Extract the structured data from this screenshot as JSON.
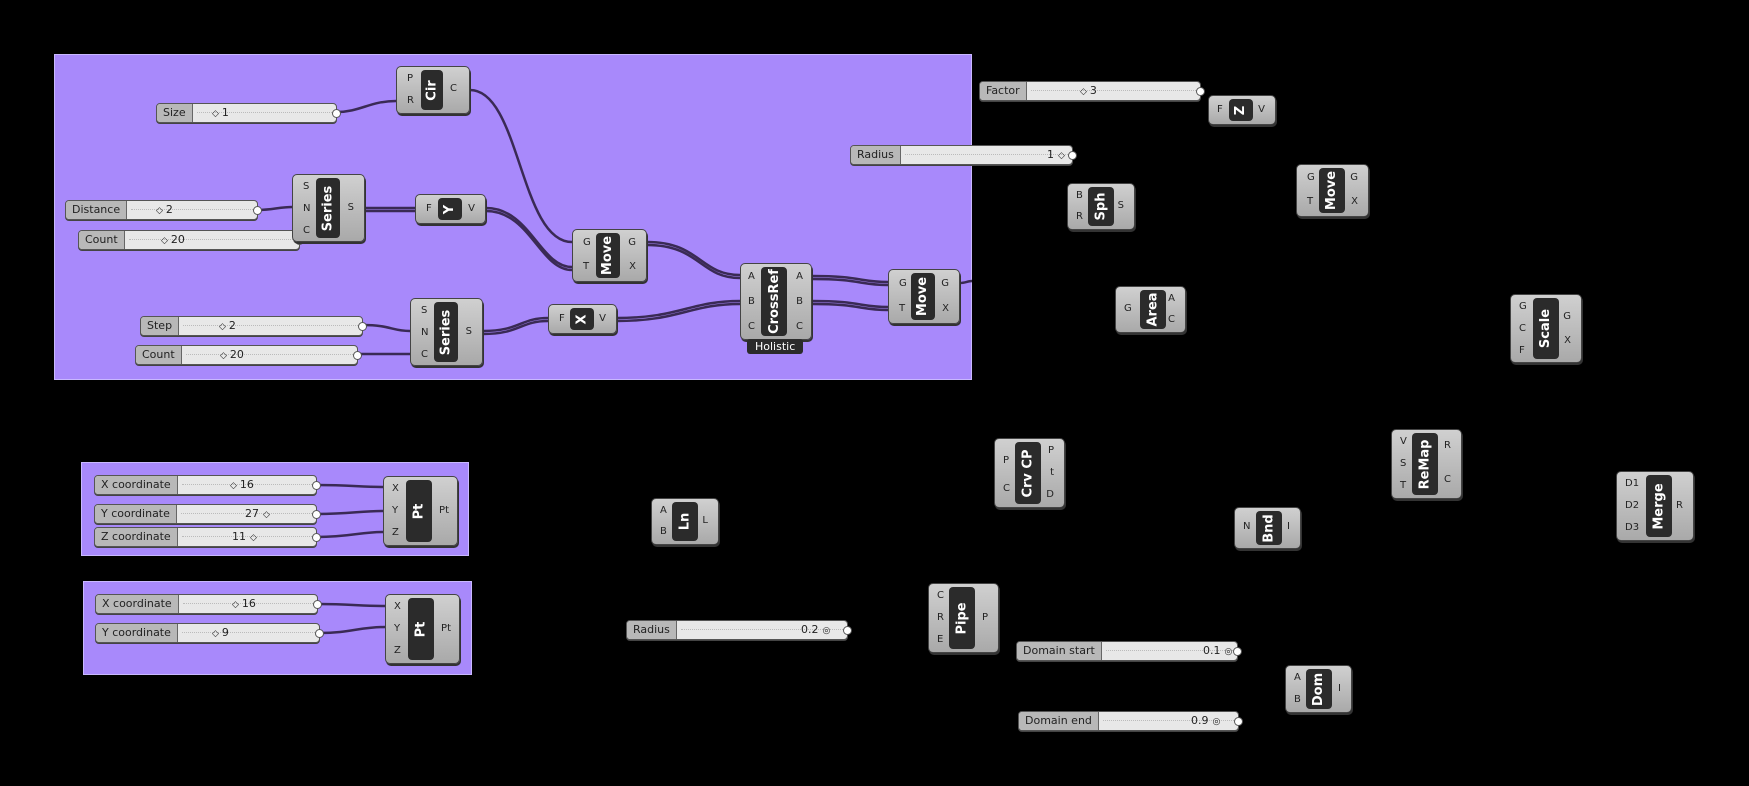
{
  "sliders": {
    "size": {
      "label": "Size",
      "value": "1"
    },
    "distance": {
      "label": "Distance",
      "value": "2"
    },
    "count1": {
      "label": "Count",
      "value": "20"
    },
    "step": {
      "label": "Step",
      "value": "2"
    },
    "count2": {
      "label": "Count",
      "value": "20"
    },
    "factor": {
      "label": "Factor",
      "value": "3"
    },
    "radius_top": {
      "label": "Radius",
      "value": "1"
    },
    "x1": {
      "label": "X coordinate",
      "value": "16"
    },
    "y1": {
      "label": "Y coordinate",
      "value": "27"
    },
    "z1": {
      "label": "Z coordinate",
      "value": "11"
    },
    "x2": {
      "label": "X coordinate",
      "value": "16"
    },
    "y2": {
      "label": "Y coordinate",
      "value": "9"
    },
    "radius_pipe": {
      "label": "Radius",
      "value": "0.2"
    },
    "domain_start": {
      "label": "Domain start",
      "value": "0.1"
    },
    "domain_end": {
      "label": "Domain end",
      "value": "0.9"
    }
  },
  "components": {
    "cir": {
      "name": "Cir",
      "inputs": [
        "P",
        "R"
      ],
      "outputs": [
        "C"
      ]
    },
    "series1": {
      "name": "Series",
      "inputs": [
        "S",
        "N",
        "C"
      ],
      "outputs": [
        "S"
      ]
    },
    "y": {
      "name": "Y",
      "inputs": [
        "F"
      ],
      "outputs": [
        "V"
      ]
    },
    "move1": {
      "name": "Move",
      "inputs": [
        "G",
        "T"
      ],
      "outputs": [
        "G",
        "X"
      ]
    },
    "series2": {
      "name": "Series",
      "inputs": [
        "S",
        "N",
        "C"
      ],
      "outputs": [
        "S"
      ]
    },
    "x": {
      "name": "X",
      "inputs": [
        "F"
      ],
      "outputs": [
        "V"
      ]
    },
    "crossref": {
      "name": "CrossRef",
      "inputs": [
        "A",
        "B",
        "C"
      ],
      "outputs": [
        "A",
        "B",
        "C"
      ],
      "mode": "Holistic"
    },
    "move2": {
      "name": "Move",
      "inputs": [
        "G",
        "T"
      ],
      "outputs": [
        "G",
        "X"
      ]
    },
    "z": {
      "name": "Z",
      "inputs": [
        "F"
      ],
      "outputs": [
        "V"
      ]
    },
    "sph": {
      "name": "Sph",
      "inputs": [
        "B",
        "R"
      ],
      "outputs": [
        "S"
      ]
    },
    "move3": {
      "name": "Move",
      "inputs": [
        "G",
        "T"
      ],
      "outputs": [
        "G",
        "X"
      ]
    },
    "area": {
      "name": "Area",
      "inputs": [
        "G"
      ],
      "outputs": [
        "A",
        "C"
      ]
    },
    "scale": {
      "name": "Scale",
      "inputs": [
        "G",
        "C",
        "F"
      ],
      "outputs": [
        "G",
        "X"
      ]
    },
    "pt1": {
      "name": "Pt",
      "inputs": [
        "X",
        "Y",
        "Z"
      ],
      "outputs": [
        "Pt"
      ]
    },
    "pt2": {
      "name": "Pt",
      "inputs": [
        "X",
        "Y",
        "Z"
      ],
      "outputs": [
        "Pt"
      ]
    },
    "ln": {
      "name": "Ln",
      "inputs": [
        "A",
        "B"
      ],
      "outputs": [
        "L"
      ]
    },
    "crvcp": {
      "name": "Crv CP",
      "inputs": [
        "P",
        "C"
      ],
      "outputs": [
        "P",
        "t",
        "D"
      ]
    },
    "remap": {
      "name": "ReMap",
      "inputs": [
        "V",
        "S",
        "T"
      ],
      "outputs": [
        "R",
        "C"
      ]
    },
    "bnd": {
      "name": "Bnd",
      "inputs": [
        "N"
      ],
      "outputs": [
        "I"
      ]
    },
    "merge": {
      "name": "Merge",
      "inputs": [
        "D1",
        "D2",
        "D3"
      ],
      "outputs": [
        "R"
      ]
    },
    "pipe": {
      "name": "Pipe",
      "inputs": [
        "C",
        "R",
        "E"
      ],
      "outputs": [
        "P"
      ]
    },
    "dom": {
      "name": "Dom",
      "inputs": [
        "A",
        "B"
      ],
      "outputs": [
        "I"
      ]
    }
  },
  "colors": {
    "group": "#a889fb",
    "canvas": "#000000",
    "wire": "#3a2a55"
  }
}
